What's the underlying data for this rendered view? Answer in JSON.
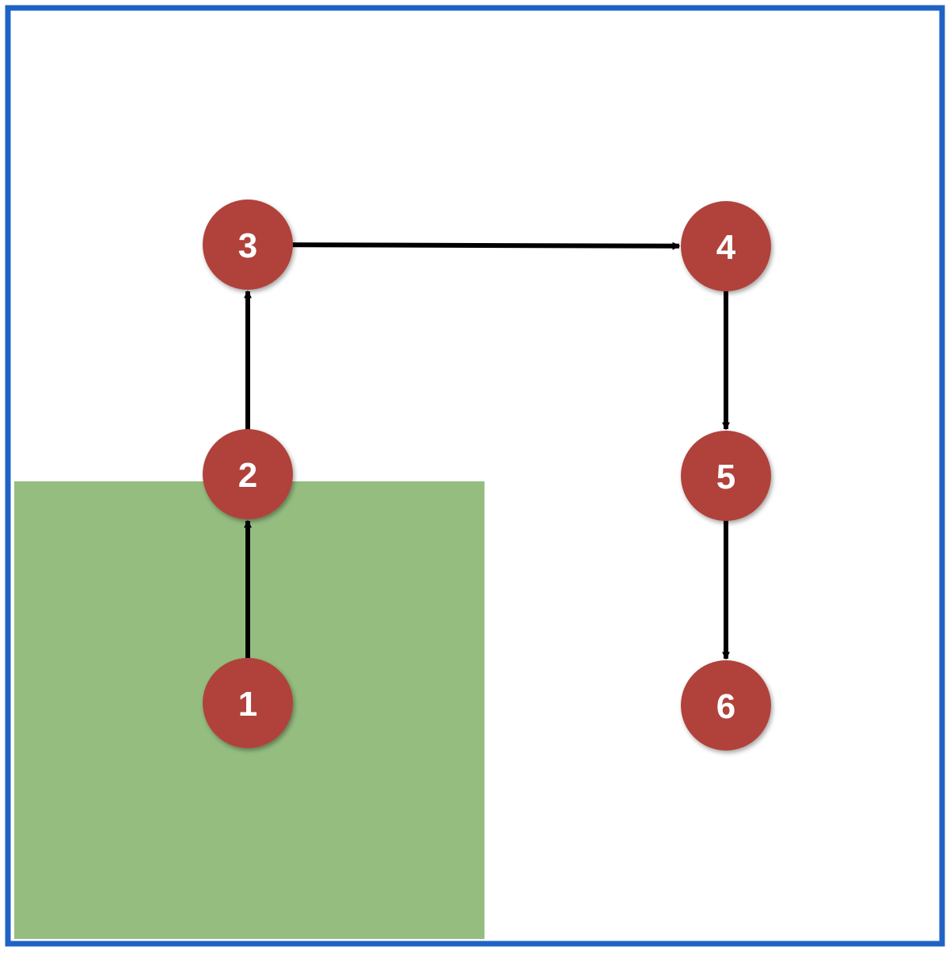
{
  "colors": {
    "border": "#1f63c4",
    "region": "#95bd80",
    "node_fill": "#b0433a",
    "node_text": "#ffffff",
    "arrow": "#000000",
    "background": "#ffffff"
  },
  "nodes": [
    {
      "id": "n1",
      "label": "1"
    },
    {
      "id": "n2",
      "label": "2"
    },
    {
      "id": "n3",
      "label": "3"
    },
    {
      "id": "n4",
      "label": "4"
    },
    {
      "id": "n5",
      "label": "5"
    },
    {
      "id": "n6",
      "label": "6"
    }
  ],
  "edges": [
    {
      "from": "n1",
      "to": "n2"
    },
    {
      "from": "n2",
      "to": "n3"
    },
    {
      "from": "n3",
      "to": "n4"
    },
    {
      "from": "n4",
      "to": "n5"
    },
    {
      "from": "n5",
      "to": "n6"
    }
  ]
}
